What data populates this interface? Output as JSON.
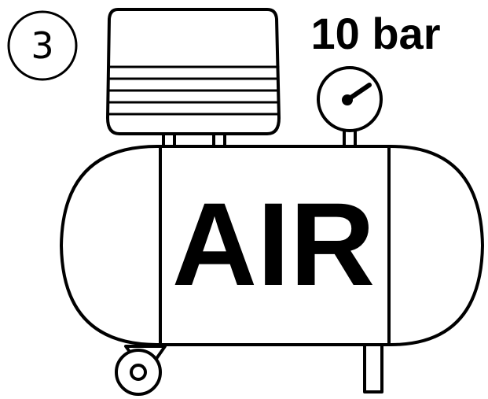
{
  "step_number": "3",
  "pressure_label": "10 bar",
  "tank_label": "AIR",
  "colors": {
    "line": "#000000",
    "background": "#ffffff"
  }
}
